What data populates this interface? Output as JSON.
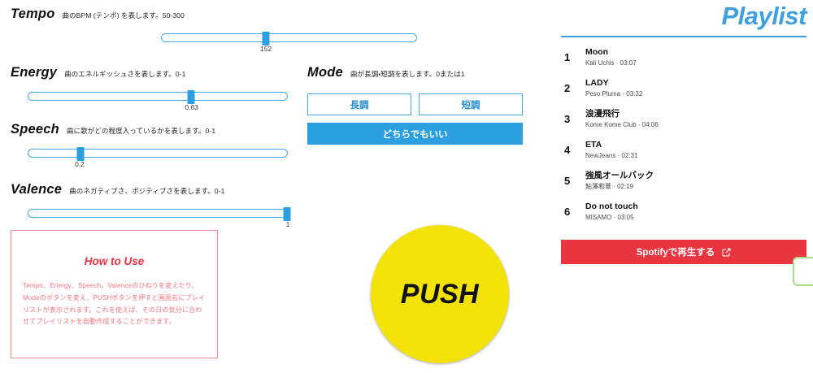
{
  "params": [
    {
      "id": "tempo",
      "title": "Tempo",
      "desc": "曲のBPM (テンポ) を表します。50-300",
      "value": "152",
      "fill": 0.41
    },
    {
      "id": "energy",
      "title": "Energy",
      "desc": "曲のエネルギッシュさを表します。0-1",
      "value": "0.63",
      "fill": 0.63
    },
    {
      "id": "speech",
      "title": "Speech",
      "desc": "曲に歌がどの程度入っているかを表します。0-1",
      "value": "0.2",
      "fill": 0.2
    },
    {
      "id": "valence",
      "title": "Valence",
      "desc": "曲のネガティブさ、ポジティブさを表します。0-1",
      "value": "1",
      "fill": 1
    }
  ],
  "mode": {
    "title": "Mode",
    "desc": "曲が長調・短調を表します。0または1",
    "major_label": "長調",
    "minor_label": "短調",
    "any_label": "どちらでもいい"
  },
  "howto": {
    "title": "How to Use",
    "body": "Tempo、Energy、Speech、Valenceのひねりを変えたり、Modeのボタンを変え、PUSHボタンを押すと画面右にプレイリストが表示されます。これを使えば、その日の気分に合わせてプレイリストを自動作成することができます。"
  },
  "push": {
    "label": "PUSH"
  },
  "playlist": {
    "title": "Playlist",
    "tracks": [
      {
        "num": "1",
        "name": "Moon",
        "meta": "Kali Uchis · 03:07"
      },
      {
        "num": "2",
        "name": "LADY",
        "meta": "Peso Pluma · 03:32"
      },
      {
        "num": "3",
        "name": "浪漫飛行",
        "meta": "Kome Kome Club · 04:06"
      },
      {
        "num": "4",
        "name": "ETA",
        "meta": "NewJeans · 02:31"
      },
      {
        "num": "5",
        "name": "強風オールバック",
        "meta": "鮎澤和華 · 02:19"
      },
      {
        "num": "6",
        "name": "Do not touch",
        "meta": "MISAMO · 03:05"
      }
    ],
    "spotify_label": "Spotifyで再生する"
  },
  "colors": {
    "accent_blue": "#2b9fe0",
    "spotify_red": "#e8353f",
    "push_yellow": "#f2e205",
    "howto_pink": "#f2737f",
    "green_border": "#a8d88a"
  }
}
